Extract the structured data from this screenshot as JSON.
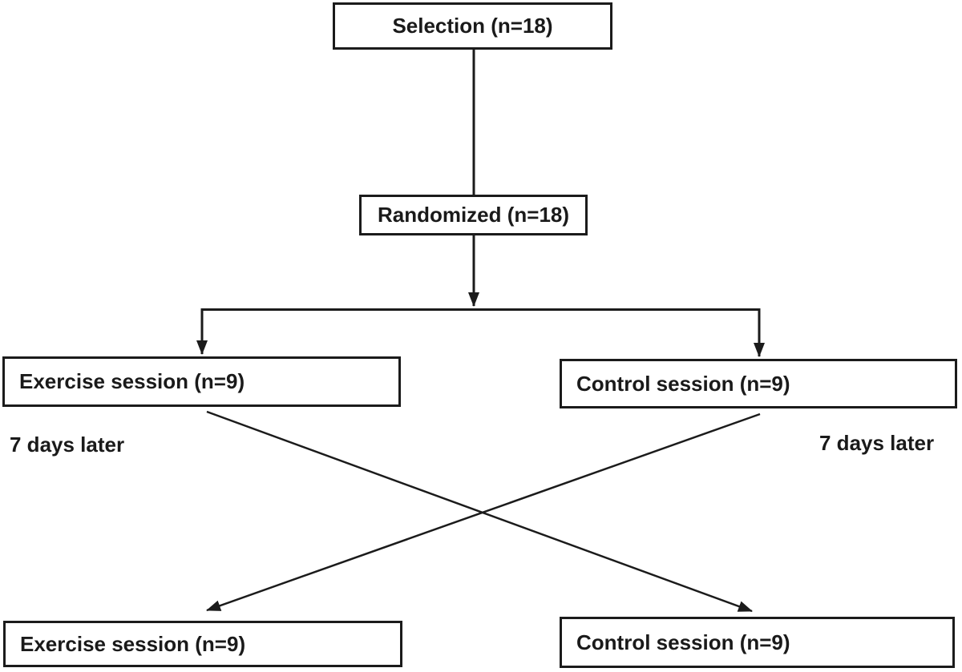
{
  "diagram": {
    "type": "flowchart",
    "description": "Randomized crossover study design flow diagram",
    "boxes": {
      "selection": {
        "label": "Selection (n=18)"
      },
      "randomized": {
        "label": "Randomized (n=18)"
      },
      "exercise_first": {
        "label": "Exercise session (n=9)"
      },
      "control_first": {
        "label": "Control session (n=9)"
      },
      "exercise_second": {
        "label": "Exercise session (n=9)"
      },
      "control_second": {
        "label": "Control session (n=9)"
      }
    },
    "annotations": {
      "left_delay": "7 days later",
      "right_delay": "7 days later"
    },
    "colors": {
      "line": "#1b1b1b",
      "border": "#1b1b1b",
      "text": "#1a1a1a",
      "background": "#ffffff"
    }
  }
}
